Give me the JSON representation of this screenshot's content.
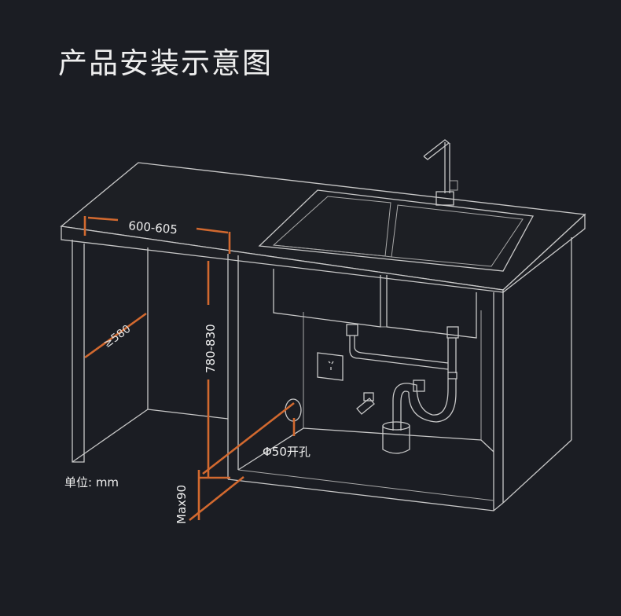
{
  "title": "产品安装示意图",
  "labels": {
    "width_dim": "600-605",
    "depth_dim": "≥580",
    "height_dim": "780-830",
    "max_dim": "Max90",
    "hole_dim": "Φ50开孔",
    "unit": "单位: mm"
  },
  "colors": {
    "background": "#1b1d23",
    "line": "#c8c8c8",
    "dimension": "#d2692f",
    "text": "#eeeeee"
  }
}
